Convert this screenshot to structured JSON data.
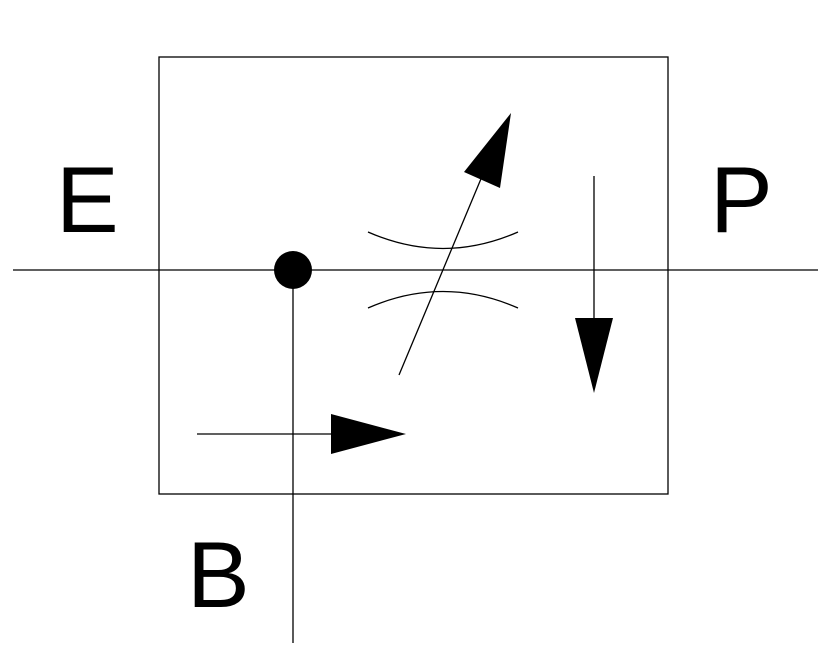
{
  "diagram": {
    "colors": {
      "stroke": "#000000",
      "background": "#ffffff"
    },
    "ports": {
      "exhaust": "E",
      "pressure": "P",
      "outlet": "B"
    }
  }
}
